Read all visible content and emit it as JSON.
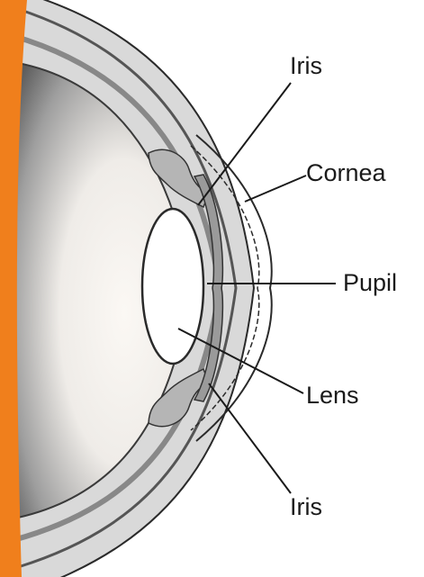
{
  "diagram": {
    "labels": {
      "iris_top": "Iris",
      "cornea": "Cornea",
      "pupil": "Pupil",
      "lens": "Lens",
      "iris_bottom": "Iris"
    },
    "colors": {
      "orange_band": "#F07F1C",
      "outline": "#2a2a2a",
      "sclera_shading": "#6e6e6e",
      "interior_gradient_dark": "#5d5d5d",
      "interior_gradient_light": "#f7f3ee",
      "iris_tissue": "#9a9a9a",
      "label_text": "#1a1a1a"
    }
  }
}
